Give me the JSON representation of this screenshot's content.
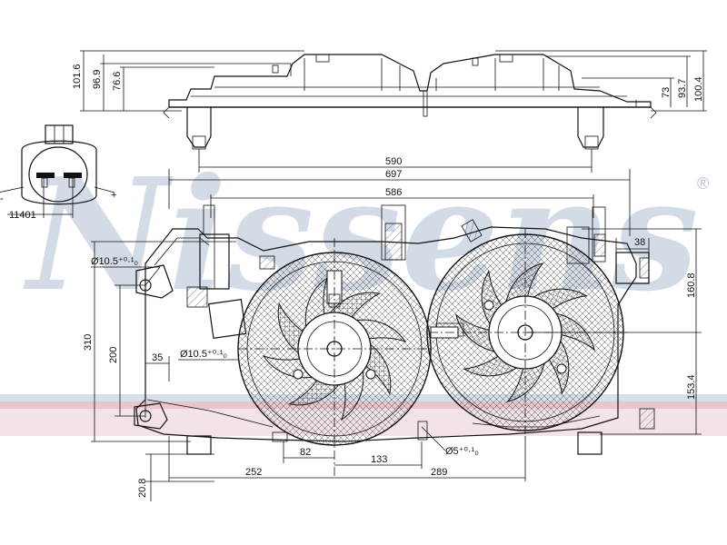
{
  "watermark": {
    "text": "Nissens",
    "registered": "®"
  },
  "connector": {
    "minus": "-",
    "plus": "+",
    "code": "11401"
  },
  "dimensions": {
    "top_left": [
      "101.6",
      "96.9",
      "76.6"
    ],
    "top_right": [
      "73",
      "93.7",
      "100.4"
    ],
    "width_590": "590",
    "width_697": "697",
    "width_586": "586",
    "side_38": "38",
    "height_160_8": "160.8",
    "height_153_4": "153.4",
    "height_310": "310",
    "height_200": "200",
    "offset_35": "35",
    "hole_upper": "Ø10.5⁺⁰·¹₀",
    "hole_middle": "Ø10.5⁺⁰·¹₀",
    "hole_small": "Ø5⁺⁰·¹₀",
    "bottom_82": "82",
    "bottom_133": "133",
    "bottom_252": "252",
    "bottom_289": "289",
    "bottom_20_8": "20.8"
  }
}
